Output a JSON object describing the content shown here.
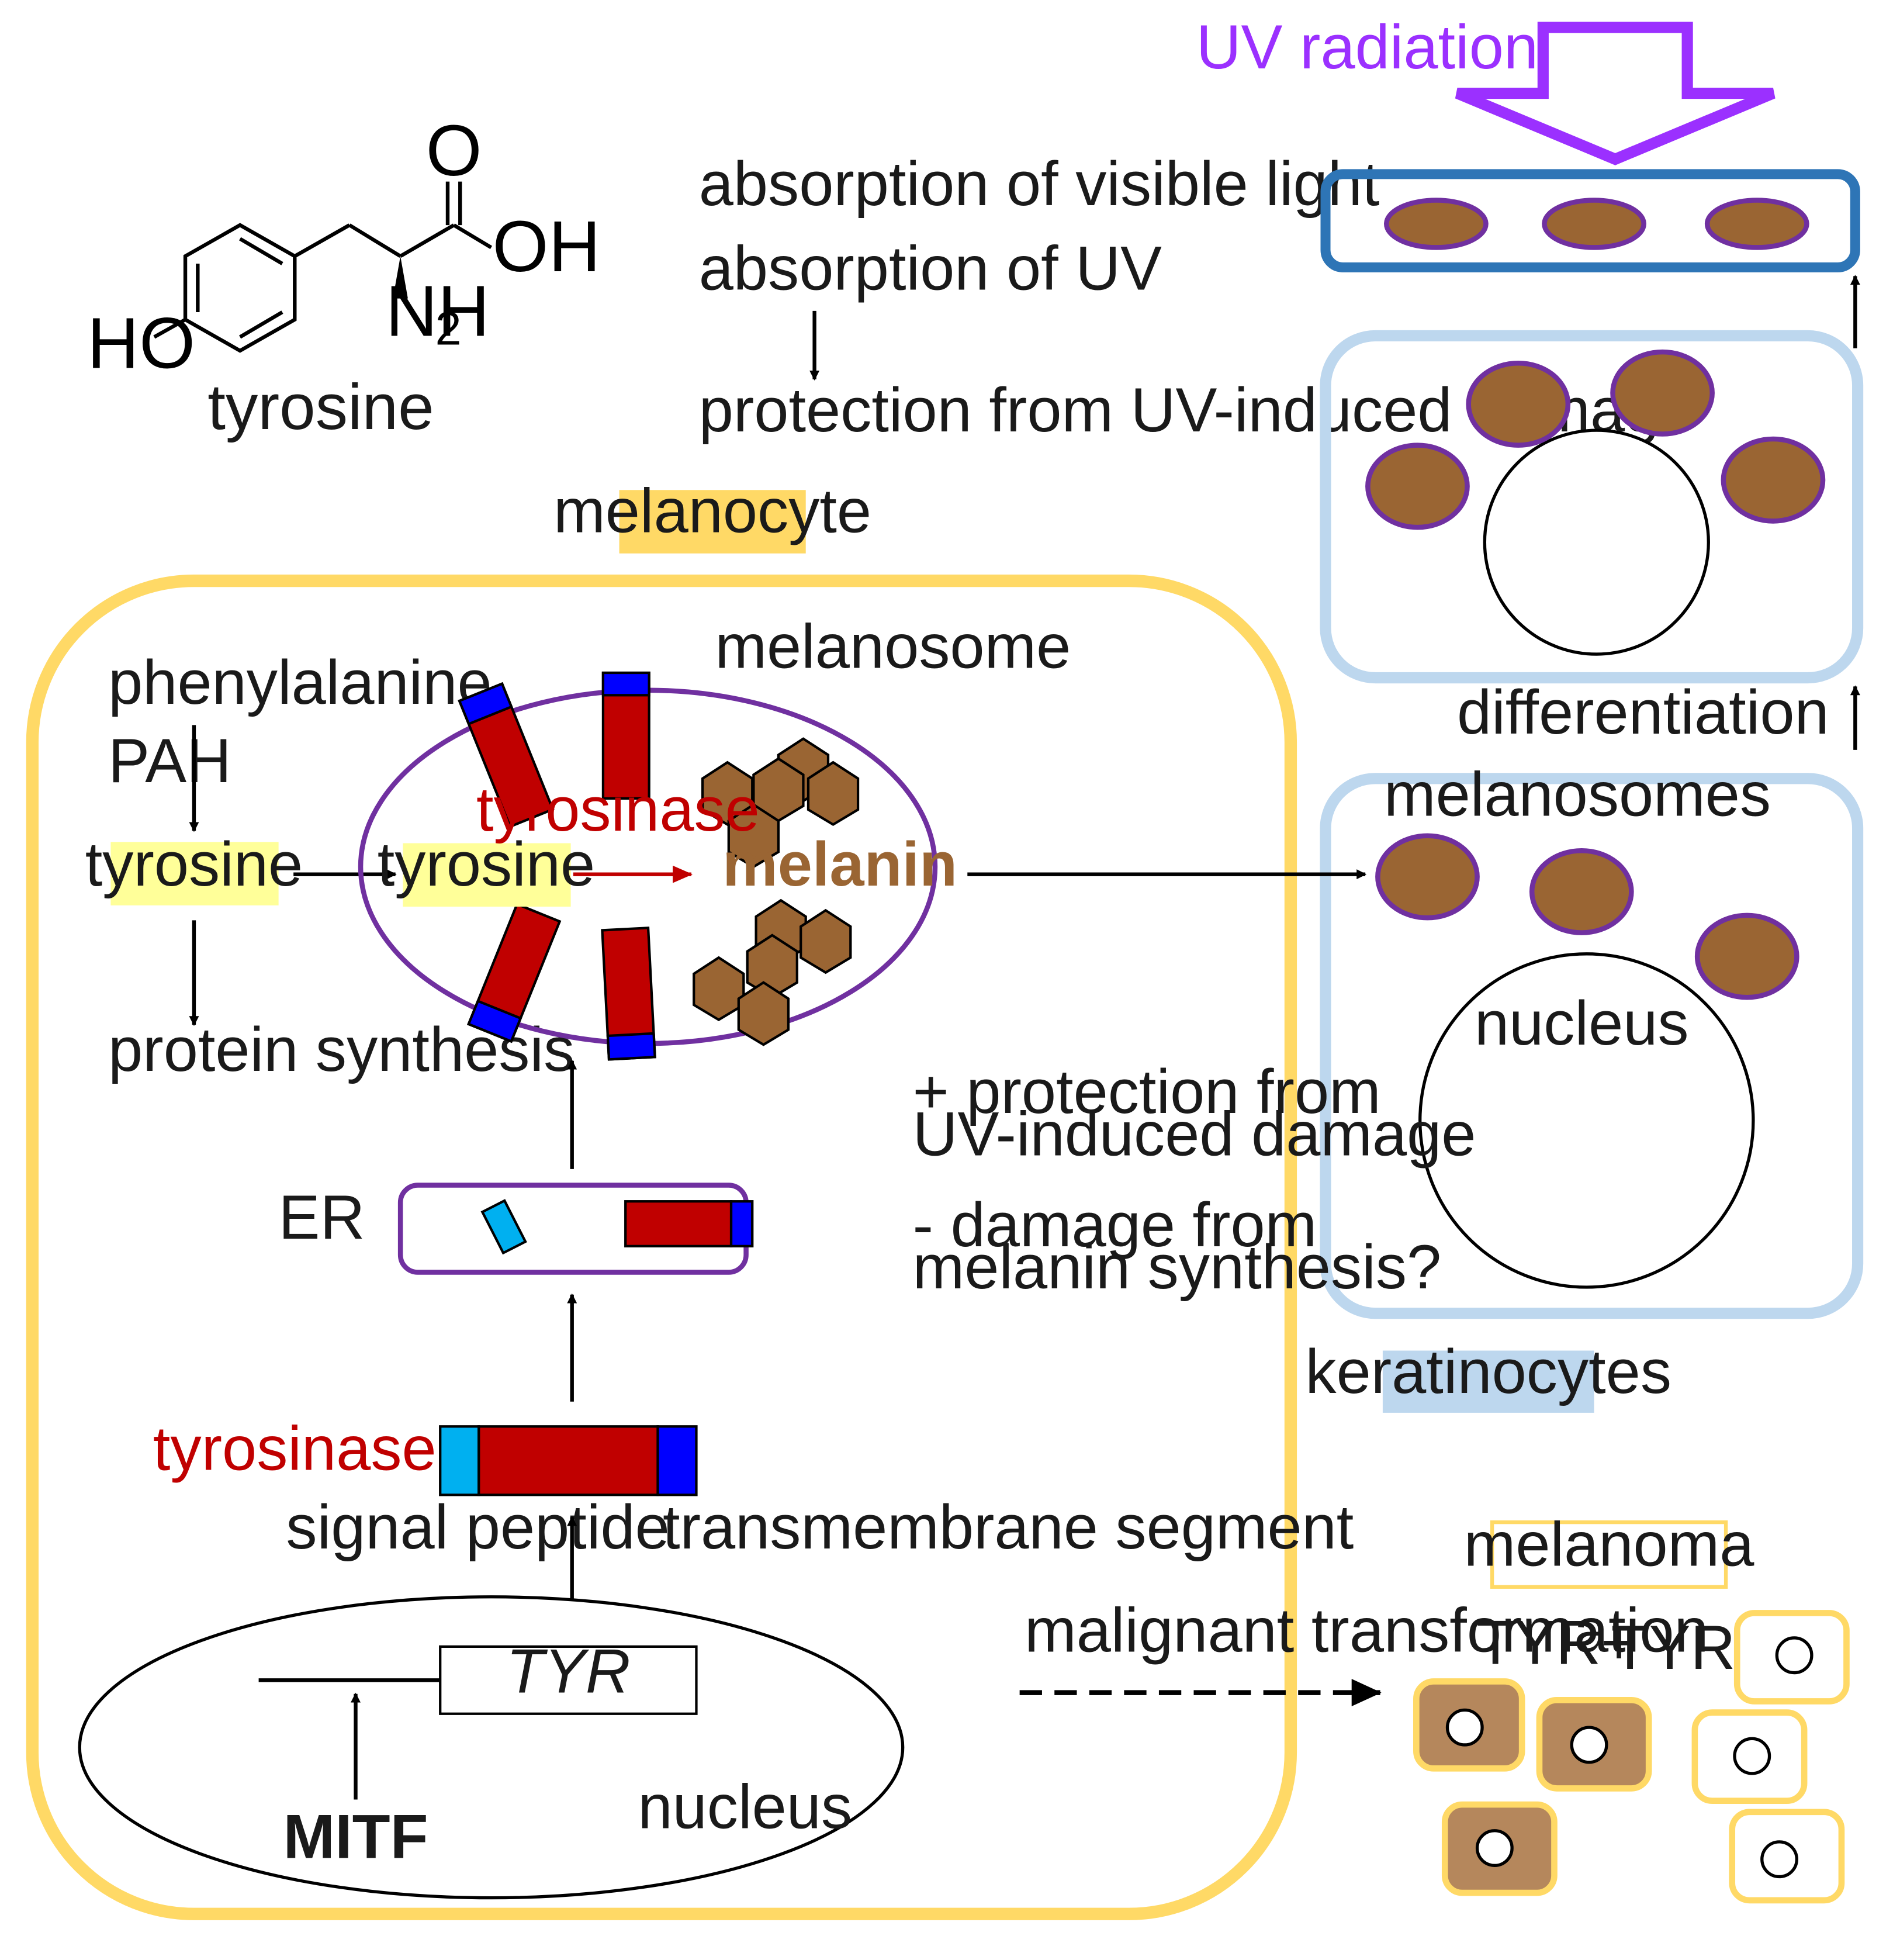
{
  "chemistry": {
    "carbonyl_o": "O",
    "hydroxyl_oh": "OH",
    "amine_nh": "NH",
    "amine_subscript": "2",
    "phenol_ho": "HO",
    "caption": "tyrosine"
  },
  "melanin_functions": {
    "line1": "absorption of visible light",
    "line2": "absorption of UV",
    "line3": "protection from UV-induced damage"
  },
  "uv": {
    "label": "UV radiation"
  },
  "melanocyte": {
    "badge": "melanocyte",
    "melanosome_label": "melanosome",
    "phenylalanine": "phenylalanine",
    "pah": "PAH",
    "tyrosine_outside": "tyrosine",
    "protein_synthesis": "protein synthesis",
    "tyrosine_inside": "tyrosine",
    "tyrosinase_inside": "tyrosinase",
    "melanin": "melanin",
    "er_label": "ER",
    "effects": {
      "plus_line1": "+ protection from",
      "plus_line2": "UV-induced damage",
      "minus_line1": "- damage from",
      "minus_line2": "melanin synthesis?"
    },
    "tyrosinase_label": "tyrosinase",
    "signal_peptide": "signal peptide",
    "transmembrane_segment": "transmembrane segment",
    "gene": "TYR",
    "nucleus": "nucleus",
    "mitf": "MITF"
  },
  "keratinocytes": {
    "melanosomes_label": "melanosomes",
    "nucleus_label": "nucleus",
    "differentiation": "differentiation",
    "badge": "keratinocytes"
  },
  "melanoma": {
    "transformation_label": "malignant transformation",
    "badge": "melanoma",
    "tyr_pos": "TYR+",
    "tyr_neg": "TYR-"
  },
  "colors": {
    "melanocyte_border": "#ffd966",
    "keratinocyte_border": "#bdd7ee",
    "stratum_border": "#2e75b6",
    "tyrosine_highlight": "#ffff99",
    "keratinocyte_badge": "#bdd7ee",
    "tyrosinase_core": "#c00000",
    "transmembrane": "#0000ff",
    "signal_peptide": "#00b0f0",
    "melanin": "#9a6533",
    "melanosome_outline": "#7030a0",
    "uv": "#9b30ff",
    "tyr_positive_cell": "#b5875c"
  }
}
